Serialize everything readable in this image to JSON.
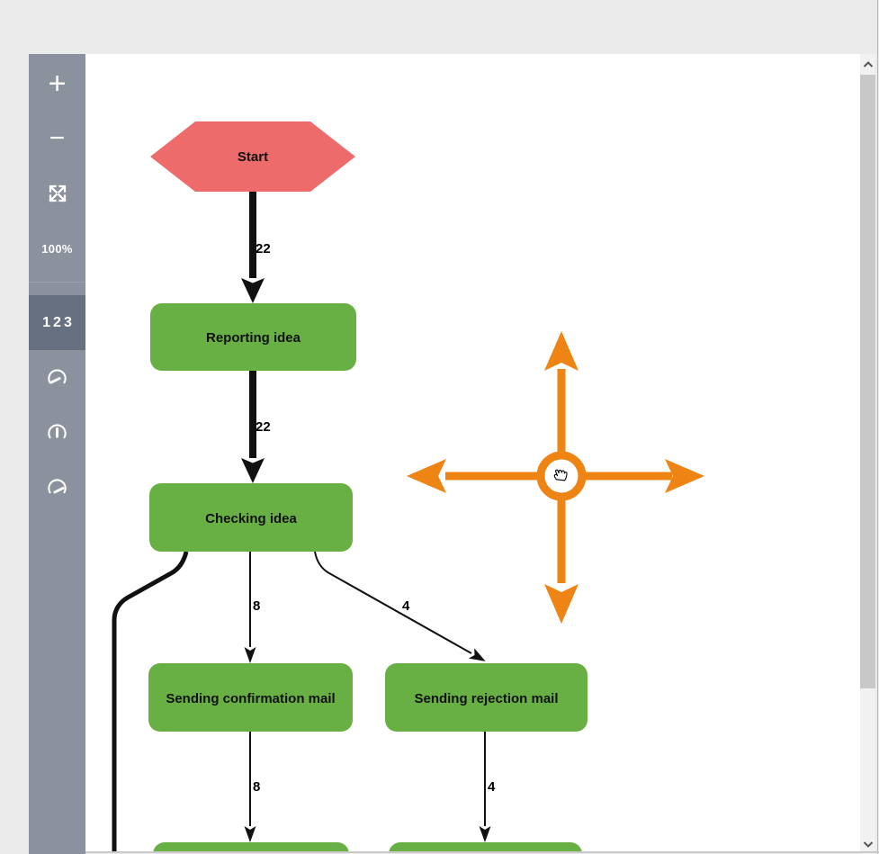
{
  "sidebar": {
    "zoom_in_label": "+",
    "zoom_out_label": "−",
    "zoom_level": "100%",
    "frequency_button_label": "123",
    "icons": {
      "fit": "fit-to-screen-icon",
      "gauge_low": "gauge-needle-left-icon",
      "gauge_mid": "gauge-needle-up-icon",
      "gauge_high": "gauge-needle-right-icon"
    }
  },
  "canvas": {
    "pan_control": {
      "color": "#ee8414",
      "icons": [
        "pan-up-arrow-icon",
        "pan-down-arrow-icon",
        "pan-left-arrow-icon",
        "pan-right-arrow-icon",
        "grab-cursor-icon"
      ]
    },
    "scrollbar_icons": {
      "up": "chevron-up-icon",
      "down": "chevron-down-icon"
    }
  },
  "colors": {
    "sidebar": "#8b929d",
    "sidebar_active": "#667080",
    "activity_green": "#69b044",
    "start_red": "#ee6b6b",
    "pan_orange": "#ee8414",
    "edge_black": "#111111"
  },
  "diagram": {
    "nodes": [
      {
        "id": "start",
        "type": "start-event",
        "label": "Start",
        "color": "#ee6b6b"
      },
      {
        "id": "reporting-idea",
        "type": "activity",
        "label": "Reporting idea",
        "color": "#69b044"
      },
      {
        "id": "checking-idea",
        "type": "activity",
        "label": "Checking idea",
        "color": "#69b044"
      },
      {
        "id": "sending-confirmation-mail",
        "type": "activity",
        "label": "Sending confirmation mail",
        "color": "#69b044"
      },
      {
        "id": "sending-rejection-mail",
        "type": "activity",
        "label": "Sending rejection mail",
        "color": "#69b044"
      },
      {
        "id": "next-activity-left",
        "type": "activity-partial",
        "label": "",
        "color": "#69b044"
      },
      {
        "id": "next-activity-right",
        "type": "activity-partial",
        "label": "",
        "color": "#69b044"
      }
    ],
    "edges": [
      {
        "from": "start",
        "to": "reporting-idea",
        "label": "22",
        "weight": "thick"
      },
      {
        "from": "reporting-idea",
        "to": "checking-idea",
        "label": "22",
        "weight": "thick"
      },
      {
        "from": "checking-idea",
        "to": "sending-confirmation-mail",
        "label": "8",
        "weight": "thin"
      },
      {
        "from": "checking-idea",
        "to": "sending-rejection-mail",
        "label": "4",
        "weight": "thin"
      },
      {
        "from": "checking-idea",
        "to": "offscreen-bottom-left",
        "label": "",
        "weight": "medium"
      },
      {
        "from": "sending-confirmation-mail",
        "to": "next-activity-left",
        "label": "8",
        "weight": "thin"
      },
      {
        "from": "sending-rejection-mail",
        "to": "next-activity-right",
        "label": "4",
        "weight": "thin"
      }
    ]
  }
}
